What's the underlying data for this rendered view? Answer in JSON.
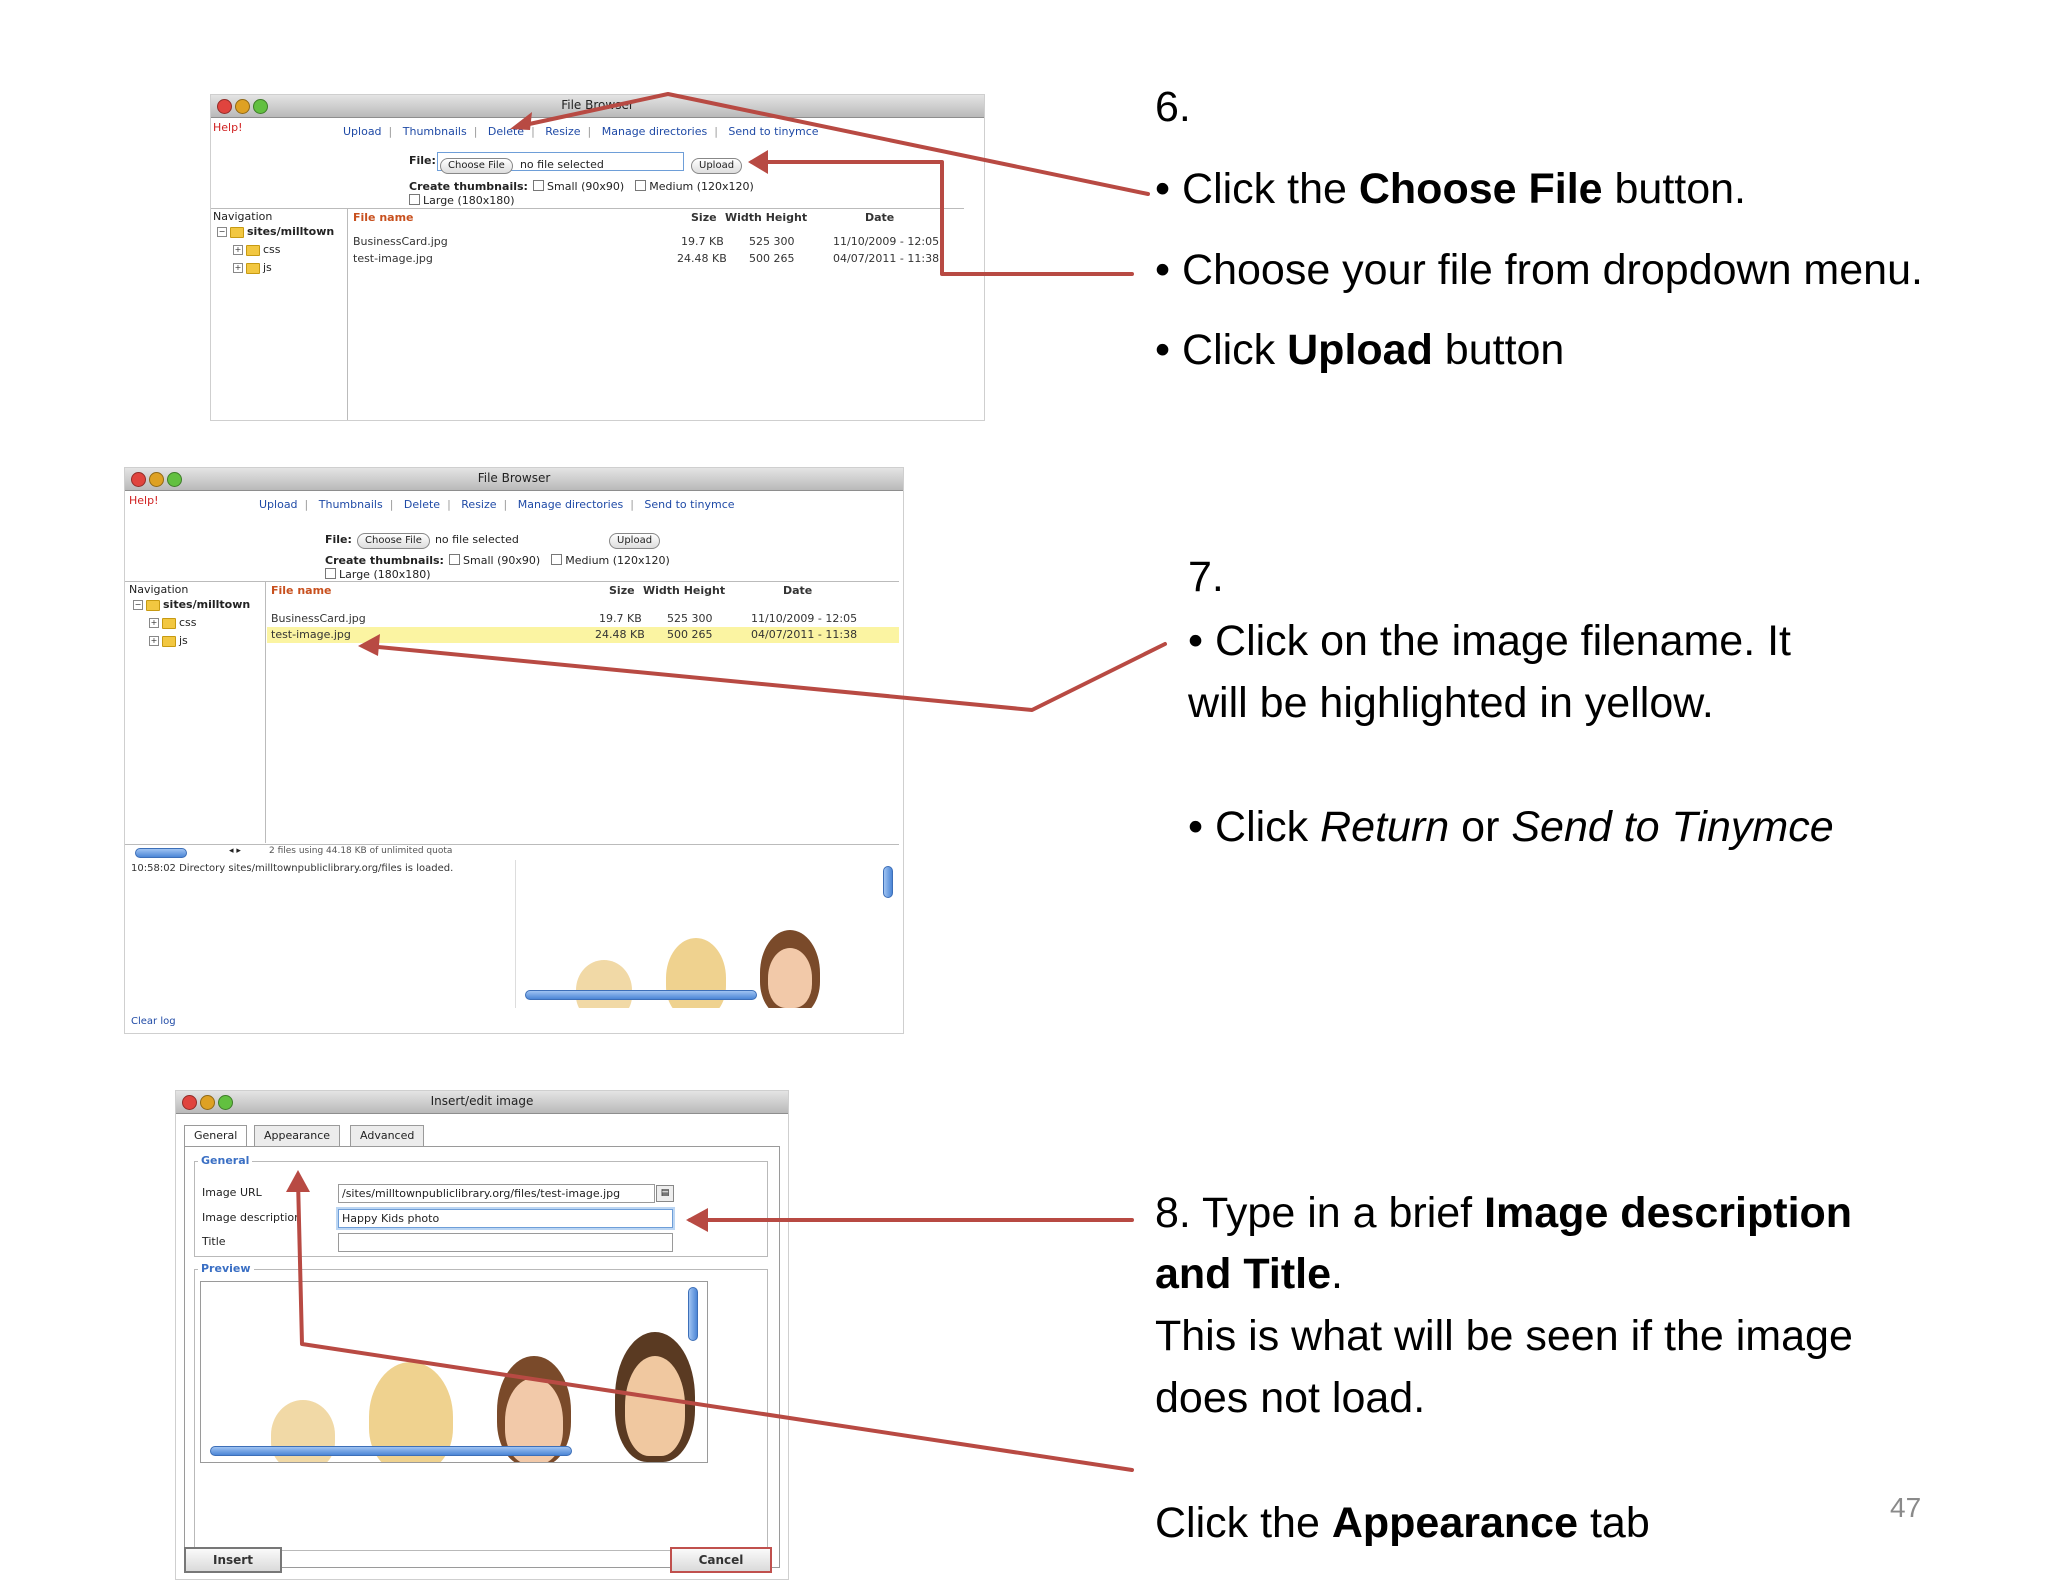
{
  "browser": {
    "title": "File Browser",
    "help": "Help!",
    "menu": [
      "Upload",
      "Thumbnails",
      "Delete",
      "Resize",
      "Manage directories",
      "Send to tinymce"
    ],
    "file_label": "File:",
    "choose_file": "Choose File",
    "no_file": "no file selected",
    "upload": "Upload",
    "create_thumbs": "Create thumbnails:",
    "small": "Small (90x90)",
    "medium": "Medium (120x120)",
    "large": "Large (180x180)",
    "navigation": "Navigation",
    "root": "sites/milltown",
    "folders": [
      "css",
      "js"
    ],
    "cols": {
      "name": "File name",
      "size": "Size",
      "width_height": "Width Height",
      "date": "Date"
    },
    "files": [
      {
        "name": "BusinessCard.jpg",
        "size": "19.7 KB",
        "dims": "525 300",
        "date": "11/10/2009 - 12:05"
      },
      {
        "name": "test-image.jpg",
        "size": "24.48 KB",
        "dims": "500 265",
        "date": "04/07/2011 - 11:38"
      }
    ],
    "status": "2 files using 44.18 KB of unlimited quota",
    "log": "10:58:02 Directory sites/milltownpubliclibrary.org/files is loaded.",
    "clear_log": "Clear log"
  },
  "dialog": {
    "title": "Insert/edit image",
    "tabs": [
      "General",
      "Appearance",
      "Advanced"
    ],
    "general_legend": "General",
    "image_url_label": "Image URL",
    "image_url": "/sites/milltownpubliclibrary.org/files/test-image.jpg",
    "image_desc_label": "Image description",
    "image_desc": "Happy Kids photo",
    "title_label": "Title",
    "preview_legend": "Preview",
    "insert": "Insert",
    "cancel": "Cancel"
  },
  "steps": {
    "s6": {
      "num": "6.",
      "b1_a": "Click  the ",
      "b1_b": "Choose File",
      "b1_c": " button.",
      "b2": "Choose your file from dropdown menu.",
      "b3_a": "Click ",
      "b3_b": "Upload",
      "b3_c": " button"
    },
    "s7": {
      "num": "7.",
      "b1_l1": "Click on the image filename.  It",
      "b1_l2": "will be highlighted in yellow.",
      "b2_a": "Click ",
      "b2_b": "Return",
      "b2_c": " or ",
      "b2_d": "Send to Tinymce"
    },
    "s8": {
      "l1_a": "8. Type in a brief ",
      "l1_b": "Image description",
      "l2_a": "and Title",
      "l2_b": ".",
      "l3": "This is what will be seen if the image",
      "l4": "does not load.",
      "l5_a": "Click the ",
      "l5_b": "Appearance",
      "l5_c": " tab"
    }
  },
  "page_number": "47",
  "colors": {
    "arrow": "#b84a43",
    "highlight": "#fbf4a2",
    "link": "#1f4aa6",
    "legend": "#3a6fc4"
  }
}
